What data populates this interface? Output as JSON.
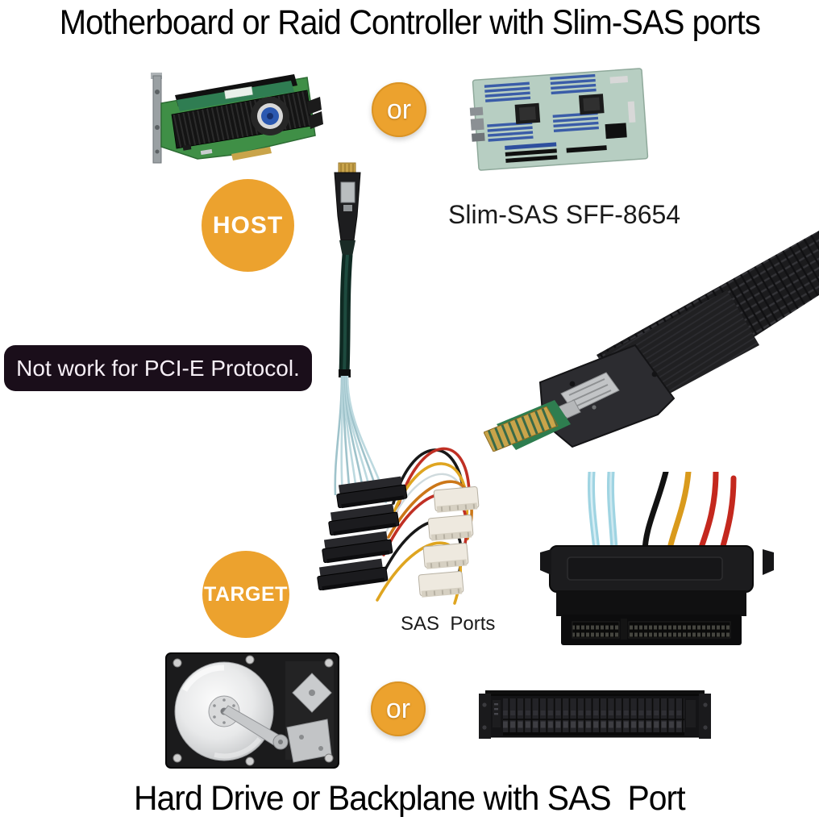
{
  "page": {
    "title_top": "Motherboard or Raid Controller with Slim-SAS ports",
    "title_bottom": "Hard Drive or Backplane with SAS  Port"
  },
  "badges": {
    "or": "or",
    "host": "HOST",
    "target": "TARGET"
  },
  "labels": {
    "connector": "Slim-SAS SFF-8654",
    "sas_ports": "SAS  Ports",
    "warning": "Not work for PCI-E Protocol."
  },
  "colors": {
    "badge_orange": "#ECA22E",
    "warning_bg": "#1A0E1A",
    "warning_text": "#F6EFF6",
    "title_text": "#000000"
  },
  "images": {
    "raid_controller": "raid-controller-card-photo",
    "motherboard": "server-motherboard-photo",
    "cable": "slim-sas-to-4x-sas-power-cable-photo",
    "connector_closeup": "sff-8654-connector-closeup-photo",
    "sas_connector_closeup": "sas-sff-8482-connector-closeup-photo",
    "hard_drive": "open-hard-drive-photo",
    "backplane": "server-backplane-photo"
  }
}
